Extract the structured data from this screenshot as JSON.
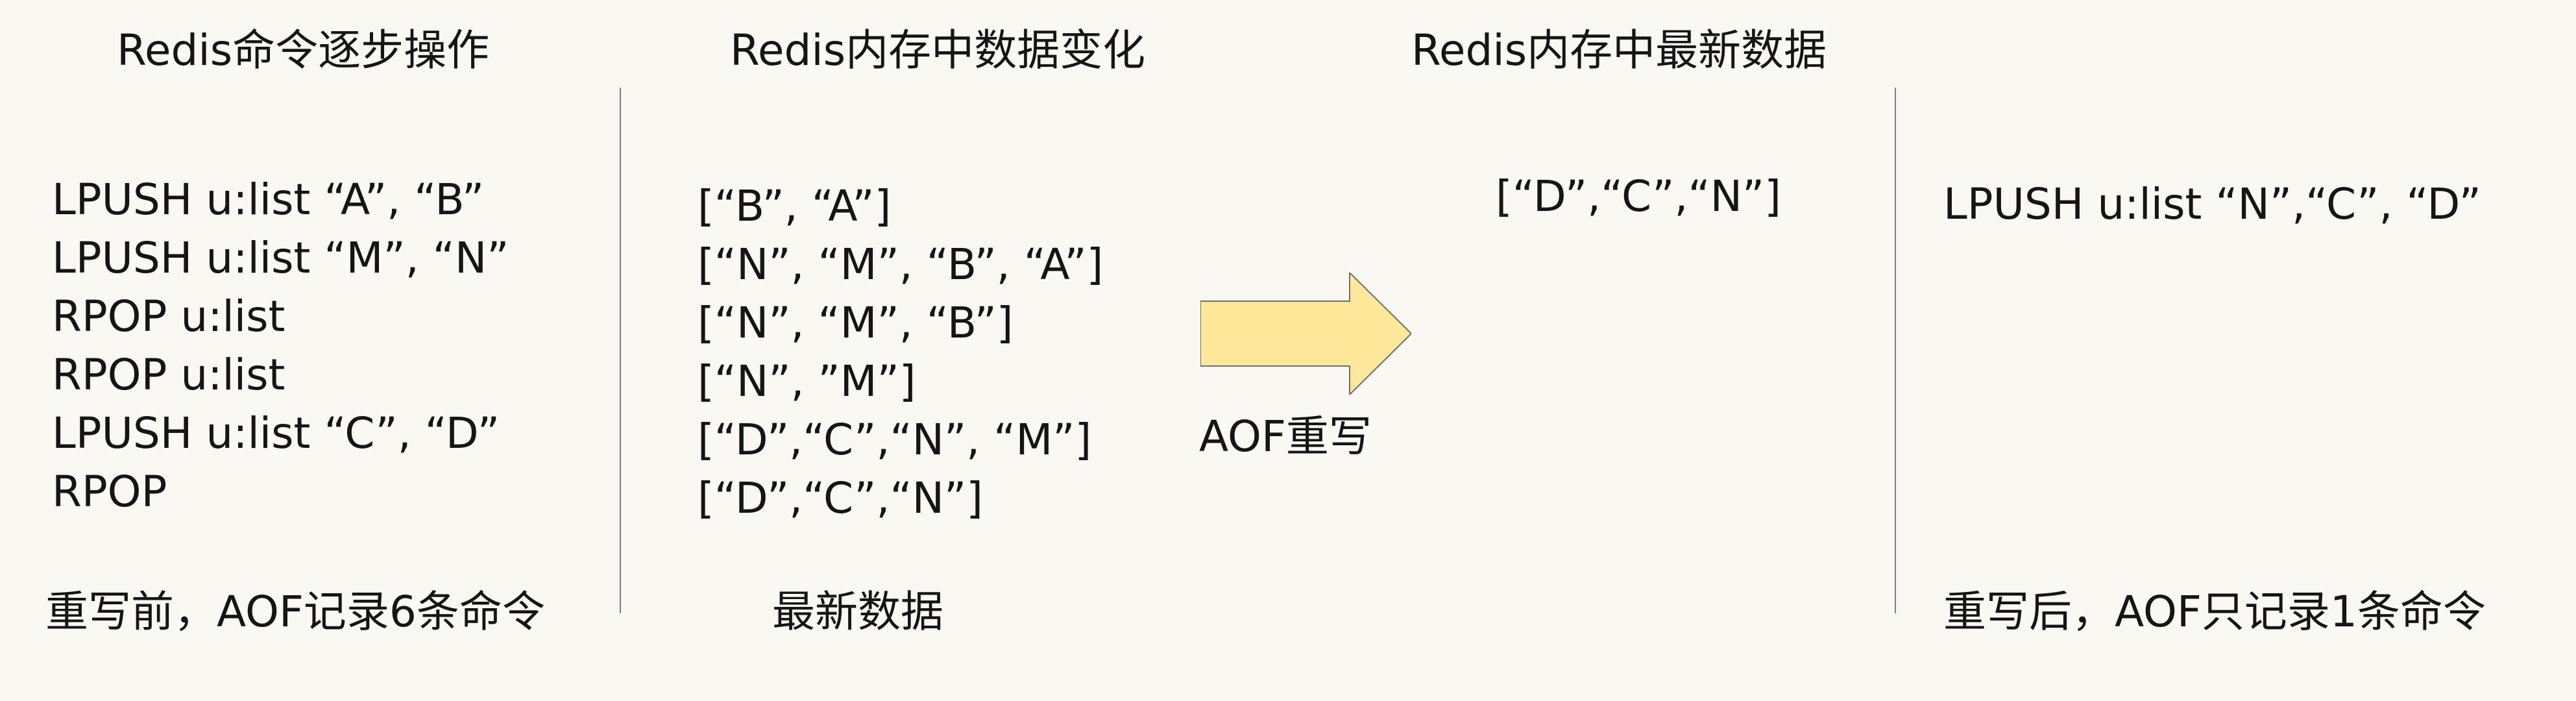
{
  "headers": {
    "commands": "Redis命令逐步操作",
    "memory": "Redis内存中数据变化",
    "latest": "Redis内存中最新数据"
  },
  "commands": [
    "LPUSH  u:list  “A”, “B”",
    "LPUSH  u:list  “M”, “N”",
    "RPOP u:list",
    "RPOP u:list",
    "LPUSH u:list “C”, “D”",
    "RPOP"
  ],
  "memory_states": [
    "[“B”, “A”]",
    "[“N”, “M”, “B”, “A”]",
    "[“N”, “M”, “B”]",
    "[“N”, ”M”]",
    "[“D”,“C”,“N”, “M”]",
    "[“D”,“C”,“N”]"
  ],
  "latest_data": "[“D”,“C”,“N”]",
  "after_command": "LPUSH u:list “N”,“C”, “D”",
  "arrow_label": "AOF重写",
  "footers": {
    "before": "重写前，AOF记录6条命令",
    "memory": "最新数据",
    "after": "重写后，AOF只记录1条命令"
  },
  "colors": {
    "background": "#f9f8f2",
    "text": "#151515",
    "divider": "#7e7e7e",
    "arrow_fill": "#ffe899",
    "arrow_stroke": "#6f6f6f"
  },
  "icons": {
    "arrow": "arrow-right-icon"
  }
}
